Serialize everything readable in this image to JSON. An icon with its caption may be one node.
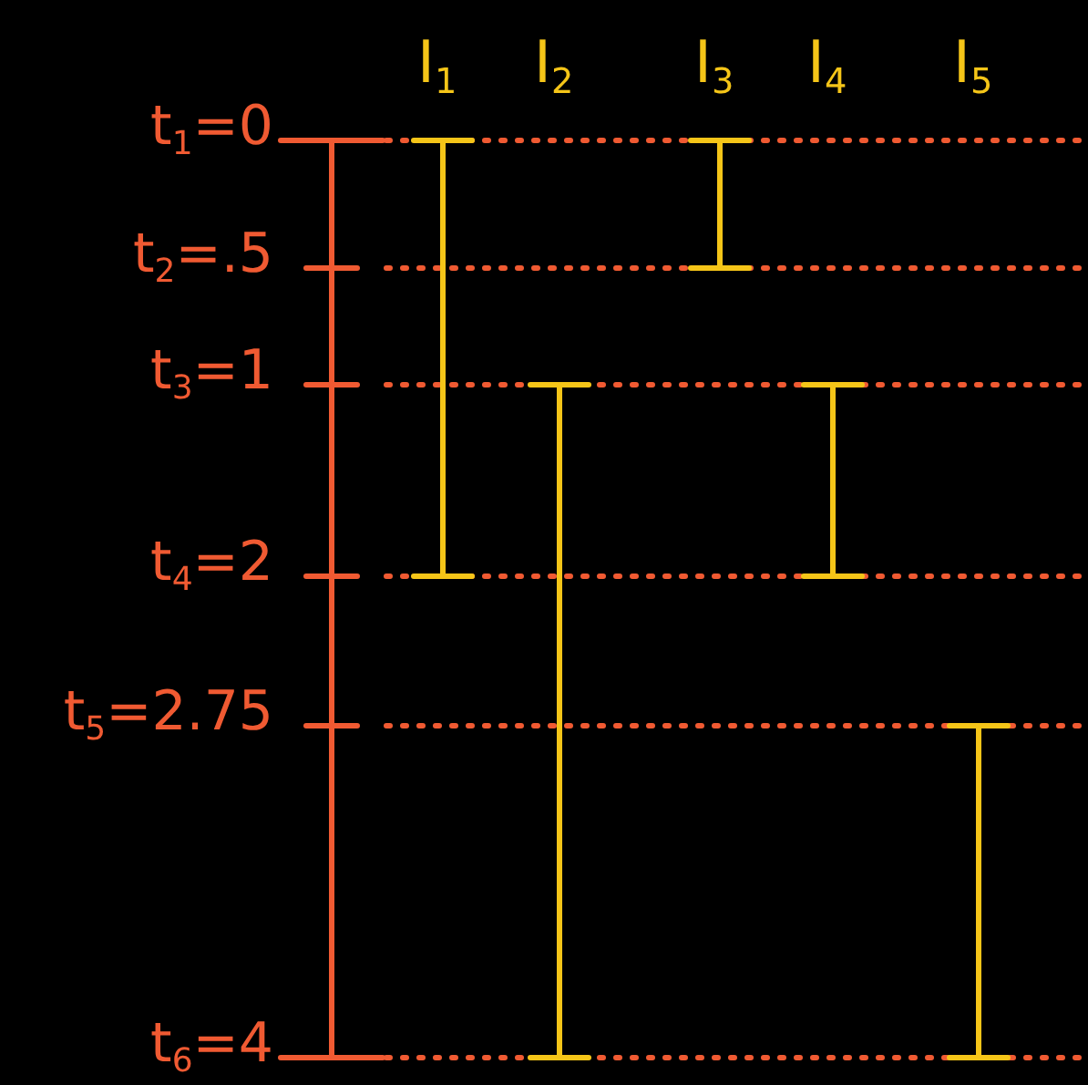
{
  "diagram": {
    "labels": [
      "I$_{1}$",
      "I$_{2}$",
      "I$_{3}$",
      "I$_{4}$",
      "I$_{5}$",
      "t$_{1}$=0",
      "t$_{2}$=.5",
      "t$_{3}$=1",
      "t$_{4}$=2",
      "t$_{5}$=2.75",
      "t$_{6}$=4"
    ]
  }
}
